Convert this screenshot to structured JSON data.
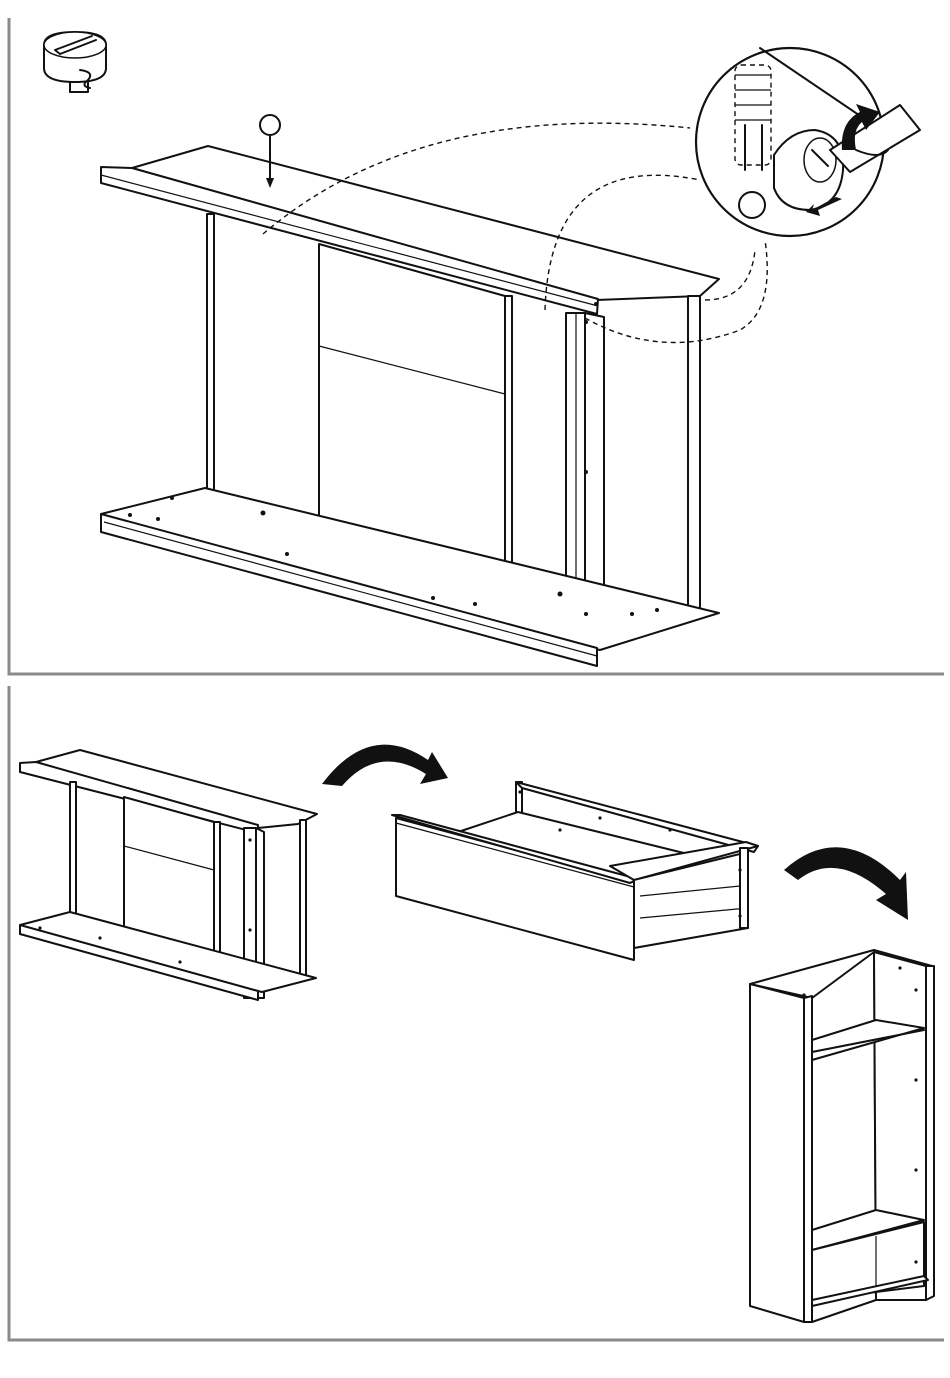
{
  "document": {
    "type": "assembly-instruction-page",
    "panels": [
      {
        "id": "step-top",
        "illustration": "cam-lock-fitting-top-rail",
        "icons": [
          "cam-lock-icon",
          "screwdriver-turn-detail"
        ]
      },
      {
        "id": "step-bottom",
        "illustration": "flip-and-stand-cabinet",
        "icons": [
          "rotate-arrow-icon",
          "rotate-arrow-icon"
        ]
      }
    ],
    "colors": {
      "line": "#111111",
      "frame": "#8a8a8a",
      "paper": "#ffffff"
    }
  }
}
